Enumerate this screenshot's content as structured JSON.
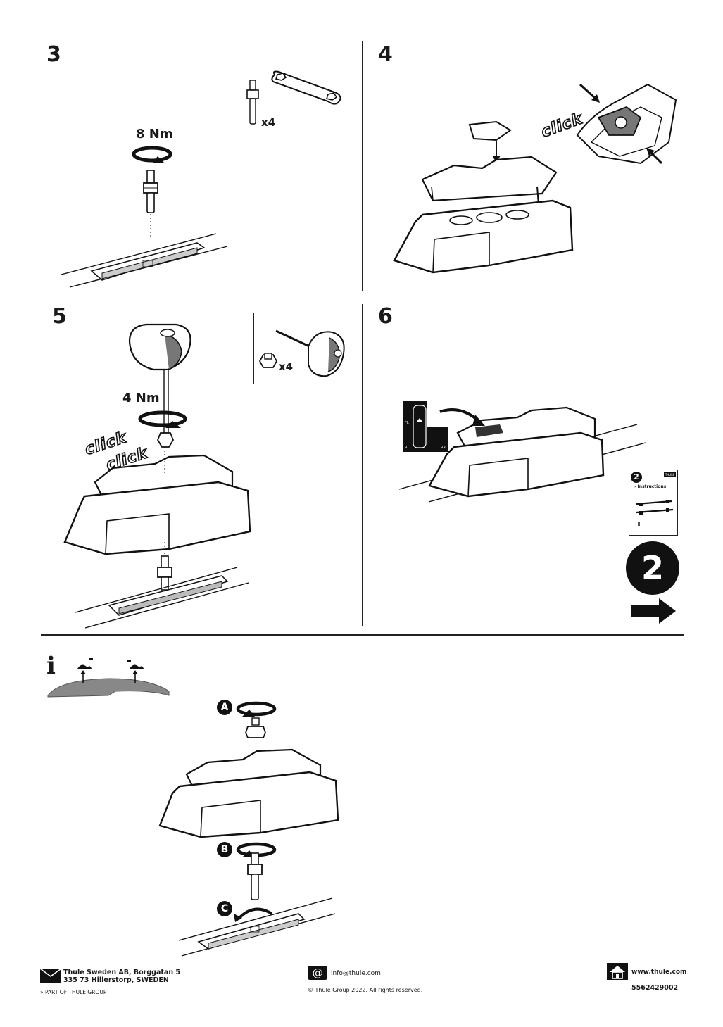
{
  "steps": {
    "s3": {
      "number": "3",
      "torque": "8 Nm",
      "qty": "x4"
    },
    "s4": {
      "number": "4",
      "click": "click"
    },
    "s5": {
      "number": "5",
      "torque": "4 Nm",
      "qty": "x4",
      "click1": "click",
      "click2": "click"
    },
    "s6": {
      "number": "6",
      "positions": [
        "FL",
        "RL",
        "RR"
      ],
      "booklet_number": "2",
      "booklet_label": "› Instructions",
      "booklet_brand": "THULE",
      "next_number": "2"
    }
  },
  "info": {
    "icon": "i",
    "letters": [
      "A",
      "B",
      "C"
    ]
  },
  "footer": {
    "address_line1": "Thule Sweden AB, Borggatan 5",
    "address_line2": "335 73 Hillerstorp, SWEDEN",
    "group": "PART OF THULE GROUP",
    "email": "info@thule.com",
    "copyright": "© Thule Group 2022. All rights reserved.",
    "website": "www.thule.com",
    "doc_number": "5562429002"
  },
  "icons": {
    "mail": "envelope-icon",
    "email": "at-sign-icon",
    "web": "house-icon",
    "next": "arrow-right-icon"
  }
}
